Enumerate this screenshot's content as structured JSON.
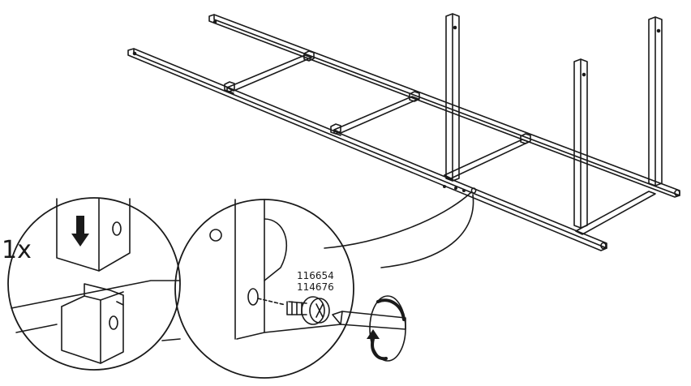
{
  "quantity_label": "1x",
  "part_numbers": [
    "116654",
    "114676"
  ],
  "colors": {
    "line": "#1a1a1a",
    "fill": "#ffffff"
  },
  "icons": [
    "arrow-down-icon",
    "rotate-clockwise-icon"
  ]
}
